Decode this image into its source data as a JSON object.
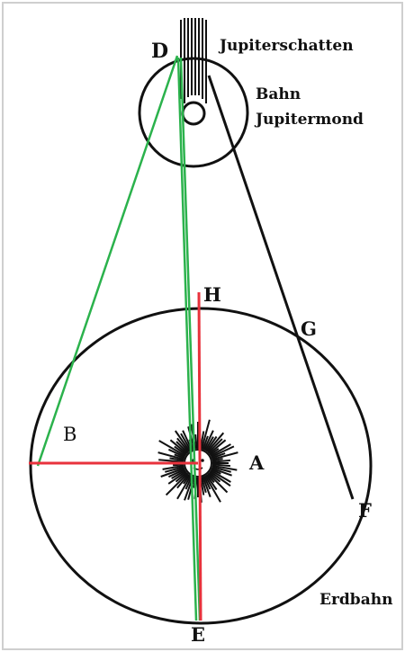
{
  "labels": {
    "D": "D",
    "jupiter_shadow": "Jupiterschatten",
    "moon_orbit_line1": "Bahn",
    "moon_orbit_line2": "Jupitermond",
    "H": "H",
    "G": "G",
    "B": "B",
    "A": "A",
    "F": "F",
    "E": "E",
    "earth_orbit": "Erdbahn"
  },
  "colors": {
    "ink": "#111111",
    "sight_line": "#2bb24c",
    "axis": "#e8323c",
    "frame": "#cfcfcf"
  }
}
